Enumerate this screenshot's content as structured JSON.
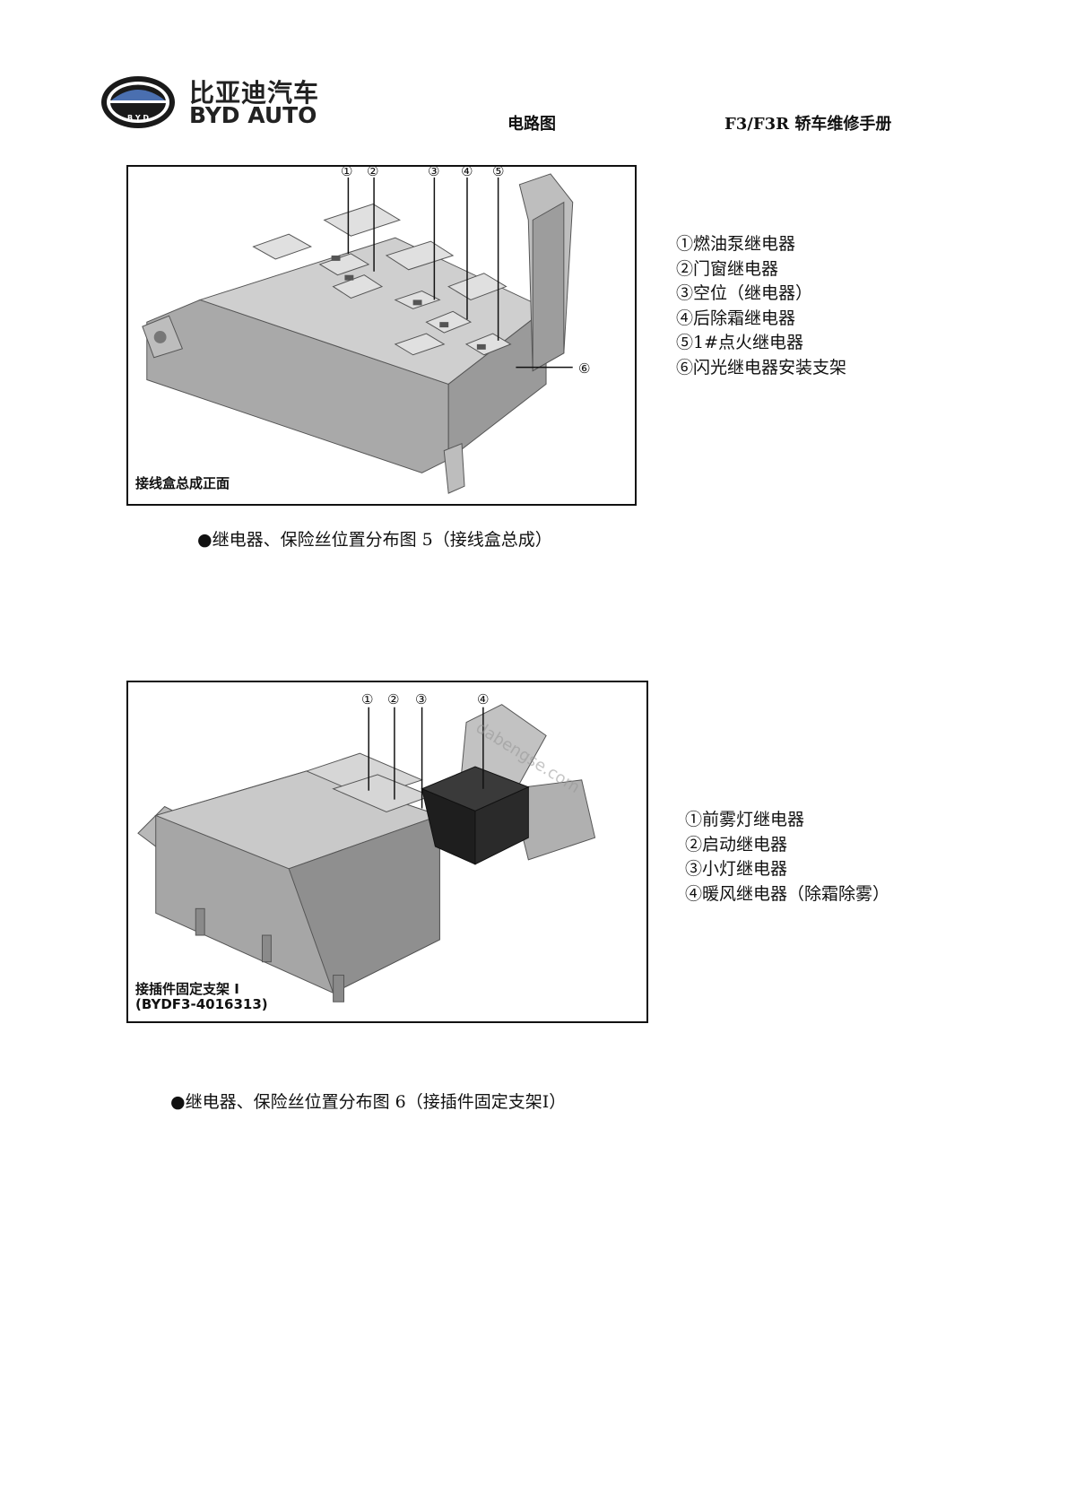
{
  "header": {
    "logo_cn": "比亚迪汽车",
    "logo_en": "BYD AUTO",
    "emblem_text": "B Y D",
    "center_title": "电路图",
    "manual_title": "F3/F3R 轿车维修手册",
    "colors": {
      "emblem_blue": "#4a6fb0",
      "emblem_dark": "#1a1a1a"
    }
  },
  "figure1": {
    "label": "接线盒总成正面",
    "numbers": [
      "①",
      "②",
      "③",
      "④",
      "⑤",
      "⑥"
    ],
    "legend": [
      "①燃油泵继电器",
      "②门窗继电器",
      "③空位（继电器）",
      "④后除霜继电器",
      "⑤1#点火继电器",
      "⑥闪光继电器安装支架"
    ],
    "caption": "●继电器、保险丝位置分布图 5（接线盒总成）"
  },
  "figure2": {
    "label_line1": "接插件固定支架 I",
    "label_line2": "(BYDF3-4016313)",
    "numbers": [
      "①",
      "②",
      "③",
      "④"
    ],
    "watermark": "dabengse.com",
    "legend": [
      "①前雾灯继电器",
      "②启动继电器",
      "③小灯继电器",
      "④暖风继电器（除霜除雾）"
    ],
    "caption": "●继电器、保险丝位置分布图 6（接插件固定支架Ⅰ）"
  }
}
